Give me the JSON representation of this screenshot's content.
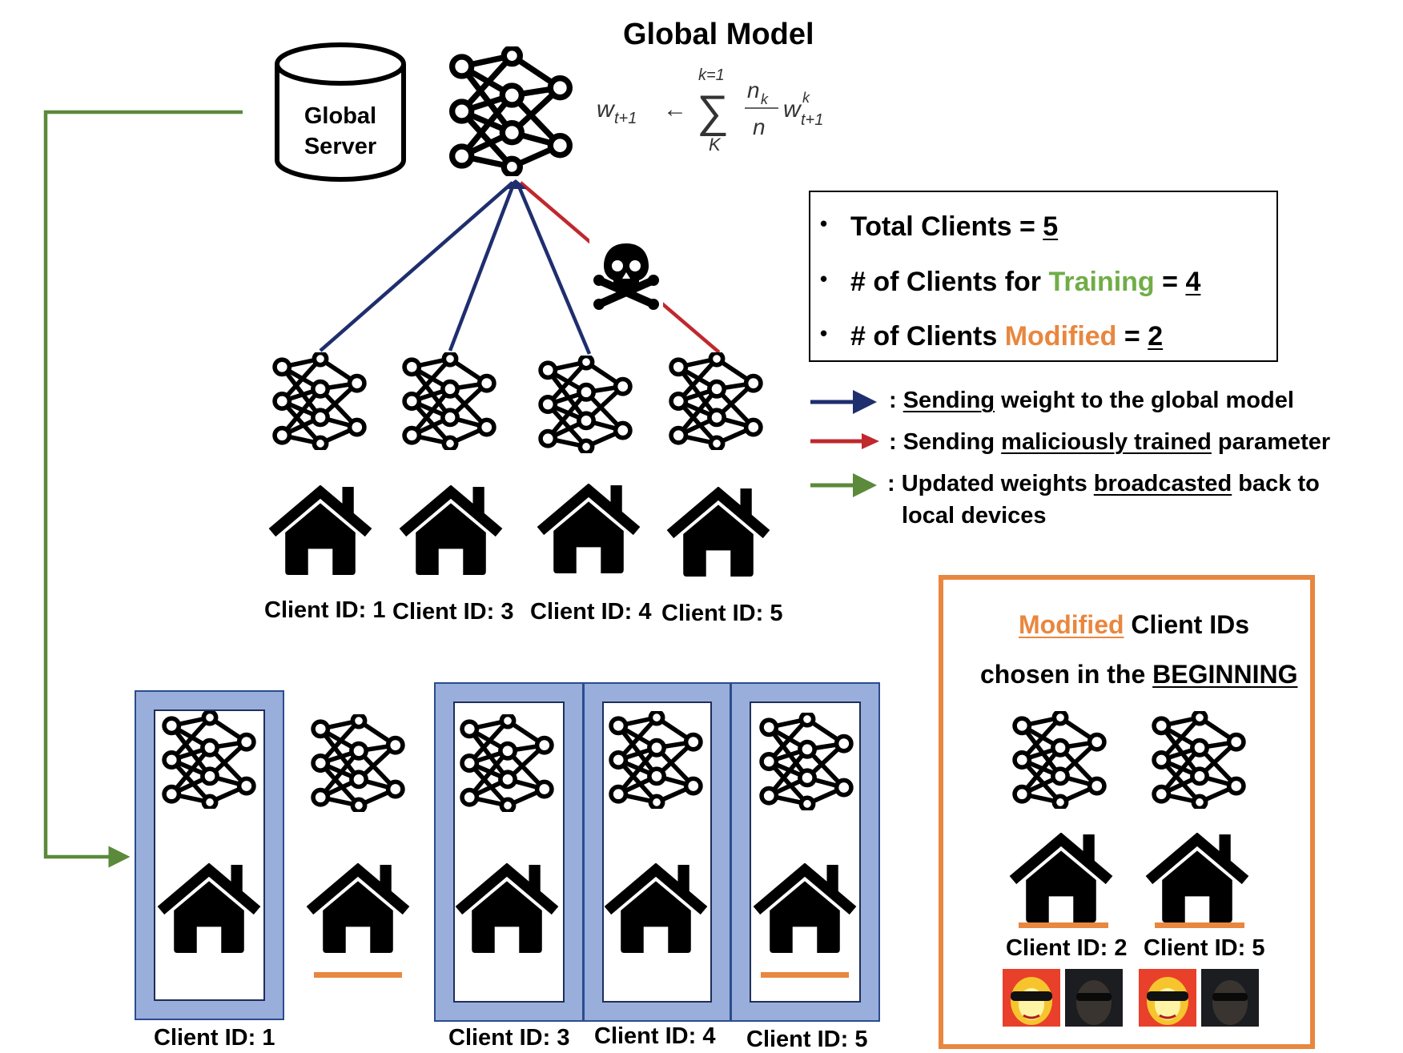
{
  "title": "Global Model",
  "server": {
    "line1": "Global",
    "line2": "Server"
  },
  "formula": {
    "lhs": "w",
    "lhs_sub": "t+1",
    "arrow": "←",
    "sum_top": "k=1",
    "sum_bottom": "K",
    "num": "n",
    "num_sub": "k",
    "den": "n",
    "rhs": "w",
    "rhs_sup": "k",
    "rhs_sub": "t+1"
  },
  "stats": {
    "total_label": "Total Clients = ",
    "total_value": "5",
    "training_prefix": "# of Clients for ",
    "training_word": "Training",
    "training_suffix": " = ",
    "training_value": "4",
    "modified_prefix": "# of Clients ",
    "modified_word": "Modified",
    "modified_suffix": " = ",
    "modified_value": "2"
  },
  "legend": {
    "blue_prefix": ": ",
    "blue_u": "Sending",
    "blue_rest": " weight to the global model",
    "red_prefix": ": Sending ",
    "red_u": "maliciously trained",
    "red_rest": " parameter",
    "green_prefix": ": Updated weights ",
    "green_u": "broadcasted",
    "green_rest": " back to",
    "green_line2": "local devices"
  },
  "training_clients": [
    "Client ID: 1",
    "Client ID: 3",
    "Client ID: 4",
    "Client ID: 5"
  ],
  "bottom_clients": [
    "Client ID: 1",
    "Client ID: 3",
    "Client ID: 4",
    "Client ID: 5"
  ],
  "modified_box": {
    "word": "Modified",
    "rest": " Client IDs",
    "line2_prefix": "chosen in the ",
    "line2_u": "BEGINNING",
    "clients": [
      "Client ID: 2",
      "Client ID: 5"
    ]
  },
  "colors": {
    "blue": "#1F2E6E",
    "red": "#C0282D",
    "green": "#5A8A3A",
    "orange": "#E8873F",
    "training_green": "#70AD47",
    "panel": "#99AEDB"
  },
  "icons": [
    "database-icon",
    "neural-network-icon",
    "house-icon",
    "skull-crossbones-icon"
  ]
}
